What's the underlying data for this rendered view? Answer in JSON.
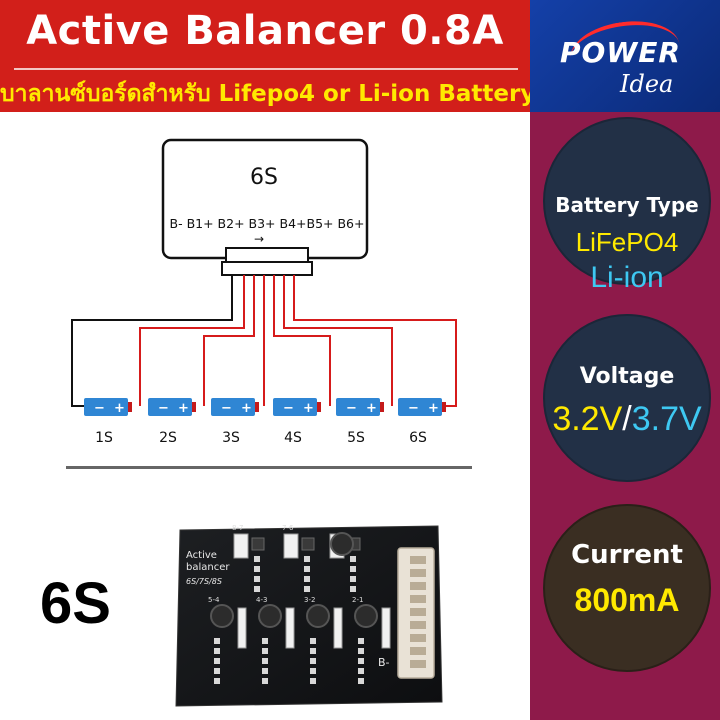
{
  "banner": {
    "title": "Active Balancer 0.8A",
    "subtitle": "บาลานซ์บอร์ดสำหรับ Lifepo4 or Li-ion Battery"
  },
  "logo": {
    "power": "POWER",
    "idea": "Idea"
  },
  "diagram": {
    "module_label": "6S",
    "pins": "B- B1+ B2+ B3+ B4+B5+ B6+",
    "arrow": "→",
    "cells": [
      "1S",
      "2S",
      "3S",
      "4S",
      "5S",
      "6S"
    ]
  },
  "product": {
    "label": "6S"
  },
  "board": {
    "title1": "Active",
    "title2": "balancer",
    "variant": "6S/7S/8S",
    "pins": [
      "8-7",
      "7-6",
      "5-4",
      "4-3",
      "3-2",
      "2-1"
    ],
    "bminus": "B-"
  },
  "specs": [
    {
      "label": "Battery Type",
      "values": [
        "LiFePO4",
        "Li-ion"
      ]
    },
    {
      "label": "Voltage",
      "value_a": "3.2V",
      "sep": "/",
      "value_b": "3.7V"
    },
    {
      "label": "Current",
      "value": "800mA"
    }
  ],
  "colors": {
    "banner": "#d21f1a",
    "sidebar": "#8e1a4a",
    "circle": "#223046",
    "yellow": "#ffe900",
    "cyan": "#3ec8f2",
    "wire": "#d61b1b",
    "cell": "#2f86d4"
  }
}
